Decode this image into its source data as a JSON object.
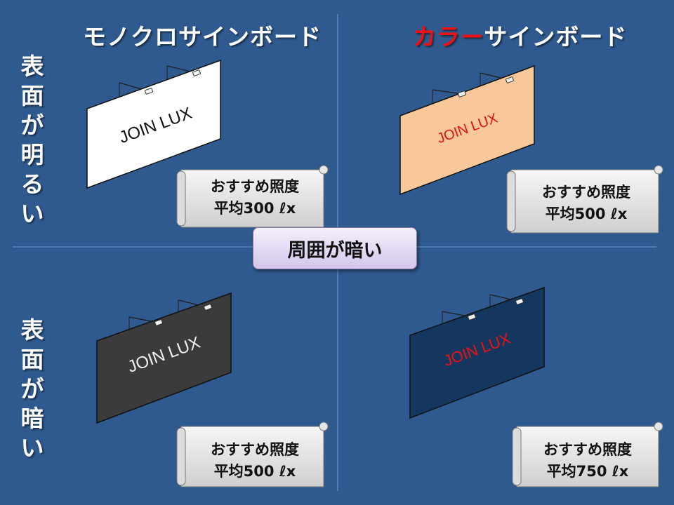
{
  "headers": {
    "mono": "モノクロサインボード",
    "color_prefix": "カラー",
    "color_suffix": "サインボード"
  },
  "row_labels": {
    "bright": [
      "表",
      "面",
      "が",
      "明",
      "る",
      "い"
    ],
    "dark": [
      "表",
      "面",
      "が",
      "暗",
      "い"
    ]
  },
  "center_label": "周囲が暗い",
  "colors": {
    "background": "#2f5a8f",
    "divider": "#4f79b0",
    "accent_red": "#ee1111"
  },
  "boards": [
    {
      "id": "mono-bright",
      "face": "#ffffff",
      "text": "JOIN LUX",
      "text_color": "#111111",
      "note": {
        "line1": "おすすめ照度",
        "line2": "平均300 ℓx"
      }
    },
    {
      "id": "color-bright",
      "face": "#f8c89a",
      "text": "JOIN LUX",
      "text_color": "#dd1111",
      "note": {
        "line1": "おすすめ照度",
        "line2": "平均500 ℓx"
      }
    },
    {
      "id": "mono-dark",
      "face": "#3b3b3b",
      "text": "JOIN LUX",
      "text_color": "#eeeeee",
      "note": {
        "line1": "おすすめ照度",
        "line2": "平均500 ℓx"
      }
    },
    {
      "id": "color-dark",
      "face": "#15365f",
      "text": "JOIN LUX",
      "text_color": "#ee1111",
      "note": {
        "line1": "おすすめ照度",
        "line2": "平均750 ℓx"
      }
    }
  ]
}
